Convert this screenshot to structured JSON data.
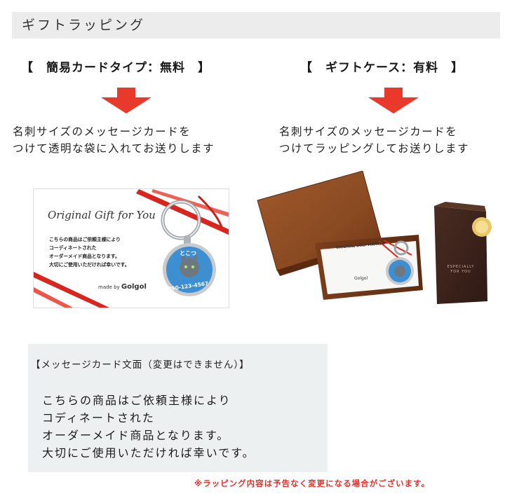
{
  "header": {
    "title": "ギフトラッピング"
  },
  "options": [
    {
      "title": "【　簡易カードタイプ：無料　】",
      "description": [
        "名刺サイズのメッセージカードを",
        "つけて透明な袋に入れてお送りします"
      ]
    },
    {
      "title": "【　ギフトケース：有料　】",
      "description": [
        "名刺サイズのメッセージカードを",
        "つけてラッピングしてお送りします"
      ]
    }
  ],
  "card_image": {
    "title": "Original Gift for You",
    "body": [
      "こちらの商品はご依頼主様により",
      "コーディネートされた",
      "オーダーメイド商品となります。",
      "大切にご使用いただければ幸いです。"
    ],
    "made_by_prefix": "made by",
    "brand": "Golgol",
    "tag_name": "とこつ",
    "tag_phone": "090-123-4567"
  },
  "gift_image": {
    "card_title": "ORIGINAL GOLF MARKER",
    "brand": "Golgol",
    "pouch_text": [
      "ESPECIALLY",
      "FOR YOU"
    ]
  },
  "message_box": {
    "header": "【メッセージカード文面（変更はできません）】",
    "lines": [
      "こちらの商品はご依頼主様により",
      "コディネートされた",
      "オーダーメイド商品となります。",
      "大切にご使用いただければ幸いです。"
    ]
  },
  "notice": "※ラッピング内容は予告なく変更になる場合がございます。",
  "colors": {
    "accent_red": "#e8392b",
    "header_bg": "#ececec",
    "message_bg": "#edf0f1",
    "tag_blue": "#3d8fd1",
    "box_brown": "#8a4a22"
  }
}
